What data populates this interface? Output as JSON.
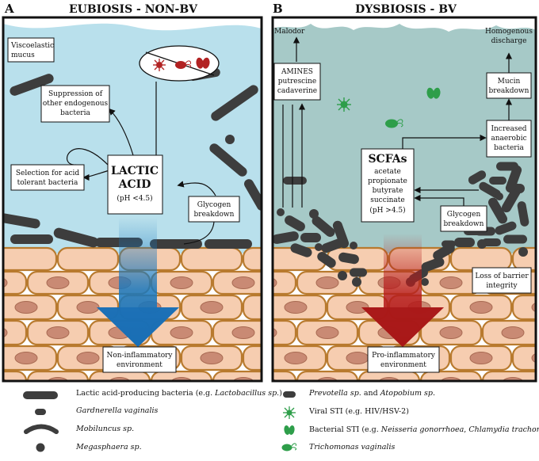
{
  "panel_a": {
    "letter": "A",
    "title": "EUBIOSIS - NON-BV",
    "viscoelastic_mucus": [
      "Viscoelastic",
      "mucus"
    ],
    "suppression": [
      "Suppression of",
      "other endogenous",
      "bacteria"
    ],
    "selection": [
      "Selection for acid",
      "tolerant bacteria"
    ],
    "lactic_acid": [
      "LACTIC",
      "ACID"
    ],
    "lactic_ph": "(pH <4.5)",
    "glycogen": [
      "Glycogen",
      "breakdown"
    ],
    "environment": [
      "Non-inflammatory",
      "environment"
    ]
  },
  "panel_b": {
    "letter": "B",
    "title": "DYSBIOSIS - BV",
    "malodor": "Malodor",
    "amines": [
      "AMINES",
      "putrescine",
      "cadaverine"
    ],
    "homogenous": [
      "Homogenous",
      "discharge"
    ],
    "mucin": [
      "Mucin",
      "breakdown"
    ],
    "increased": [
      "Increased",
      "anaerobic",
      "bacteria"
    ],
    "scfas_title": "SCFAs",
    "scfas": [
      "acetate",
      "propionate",
      "butyrate",
      "succinate",
      "(pH >4.5)"
    ],
    "glycogen": [
      "Glycogen",
      "breakdown"
    ],
    "barrier": [
      "Loss of barrier",
      "integrity"
    ],
    "environment": [
      "Pro-inflammatory",
      "environment"
    ]
  },
  "legend": {
    "lactobacillus": {
      "pre": "Lactic acid-producing bacteria (e.g. ",
      "italic": "Lactobacillus sp.",
      "post": ")"
    },
    "gardnerella": {
      "italic": "Gardnerella vaginalis"
    },
    "mobiluncus": {
      "italic": "Mobiluncus sp."
    },
    "megasphaera": {
      "italic": "Megasphaera sp."
    },
    "prevotella": {
      "italic": "Prevotella sp.",
      "mid": " and ",
      "italic2": "Atopobium sp."
    },
    "viral": {
      "pre": "Viral STI (e.g. HIV/HSV-2)"
    },
    "bacterial": {
      "pre": "Bacterial STI (e.g. ",
      "italic": "Neisseria gonorrhoea",
      "mid": ", ",
      "italic2": "Chlamydia trachomatis",
      "post": ")"
    },
    "trichomonas": {
      "italic": "Trichomonas vaginalis"
    }
  },
  "colors": {
    "mucus_healthy": "#b9e0ec",
    "mucus_bv": "#a6c9c7",
    "epithelium": "#f6cdb0",
    "cell_border": "#b87a2e",
    "nucleus": "#c98a74",
    "bacteria": "#3d3d3d",
    "arrow_blue": "#1a78bd",
    "arrow_red": "#b71c1c",
    "pathogen_red": "#b22222",
    "sti_green": "#2e9e4a"
  }
}
